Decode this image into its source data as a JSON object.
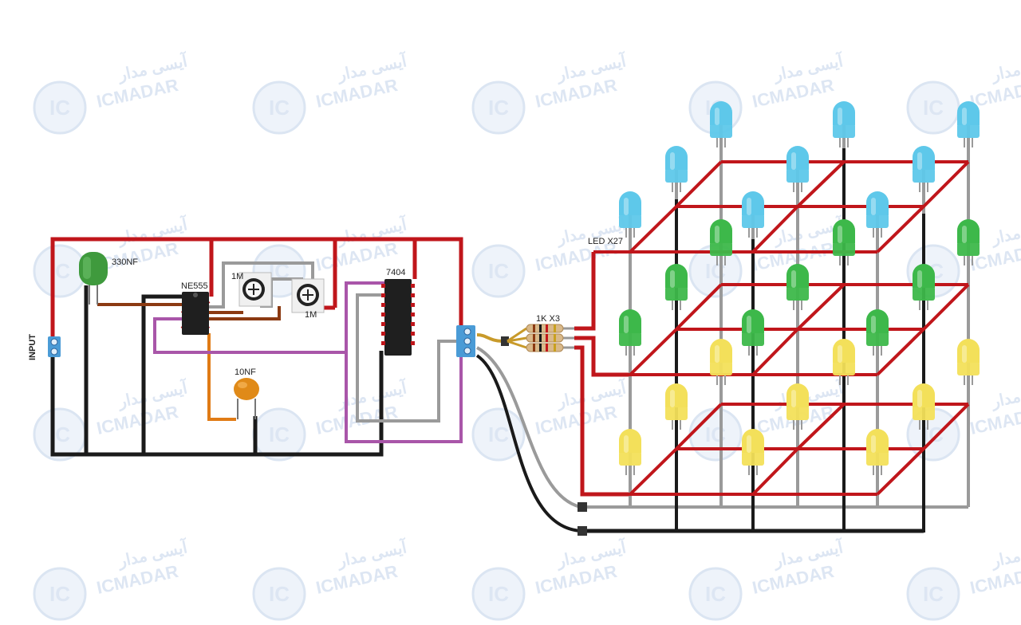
{
  "labels": {
    "input": "INPUT",
    "cap_330": "330NF",
    "ne555": "NE555",
    "pot_top": "1M",
    "pot_bottom": "1M",
    "ic_7404": "7404",
    "cap_10": "10NF",
    "resistors": "1K X3",
    "led_cube": "LED X27"
  },
  "watermark": {
    "latin": "ICMADAR",
    "persian": "آیسی مدار",
    "logo": "IC"
  },
  "colors": {
    "red_wire": "#c0161b",
    "black_wire": "#1a1a1a",
    "gray_wire": "#9a9a9a",
    "brown_wire": "#8b3a12",
    "orange_wire": "#e07b16",
    "purple_wire": "#a956a9",
    "led_blue": "#5ec8ea",
    "led_green": "#3db84a",
    "led_yellow": "#f3e05a",
    "terminal_blue": "#4a9bd6"
  }
}
